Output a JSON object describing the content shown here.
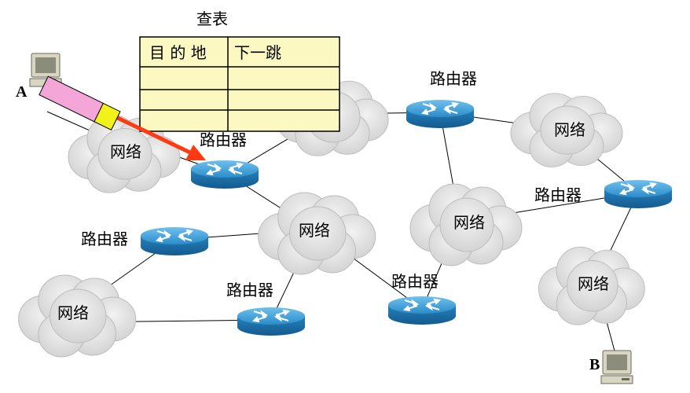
{
  "table": {
    "caption": "查表",
    "headers": [
      "目 的 地",
      "下一跳"
    ],
    "rows": [
      [
        "",
        ""
      ],
      [
        "",
        ""
      ],
      [
        "",
        ""
      ]
    ]
  },
  "labels": {
    "router": "路由器",
    "network": "网络",
    "host_a": "A",
    "host_b": "B"
  },
  "colors": {
    "router_top": "#4aa3d8",
    "router_side": "#1c6ea8",
    "cloud": "#e2e2e2",
    "cloud_stroke": "#b8b8b8",
    "table_fill": "#fbf8c2",
    "packet_body": "#f4a6d8",
    "packet_header": "#f2f21a",
    "arrow": "#ff3a12"
  },
  "icons": [
    "router-icon",
    "cloud-icon",
    "computer-icon",
    "packet-icon",
    "arrow-icon"
  ]
}
